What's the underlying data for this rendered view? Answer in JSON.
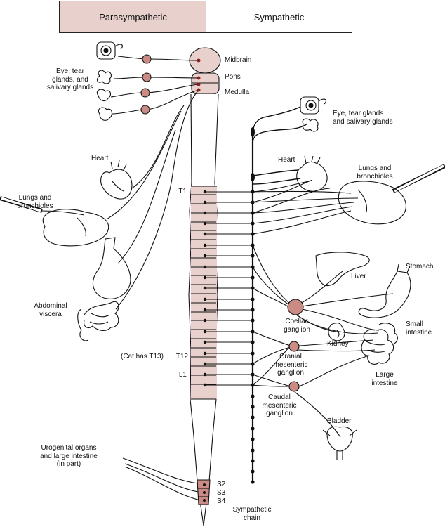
{
  "header": {
    "parasympathetic": "Parasympathetic",
    "sympathetic": "Sympathetic"
  },
  "colors": {
    "parasympathetic_fill": "#e8d0cc",
    "ganglion_fill": "#c98b84",
    "ganglion_dot": "#8b1a1a",
    "line": "#111111"
  },
  "cns_labels": {
    "midbrain": "Midbrain",
    "pons": "Pons",
    "medulla": "Medulla",
    "t1": "T1",
    "t12": "T12",
    "l1": "L1",
    "cat_note": "(Cat has T13)",
    "s2": "S2",
    "s3": "S3",
    "s4": "S4"
  },
  "parasympathetic_targets": {
    "eye": "Eye, tear\nglands, and\nsalivary glands",
    "heart": "Heart",
    "lungs": "Lungs and\nbronchioles",
    "abdominal": "Abdominal\nviscera",
    "urogenital": "Urogenital organs\nand large intestine\n(in part)"
  },
  "sympathetic_targets": {
    "eye": "Eye, tear glands\nand salivary glands",
    "heart": "Heart",
    "lungs": "Lungs and\nbronchioles",
    "liver": "Liver",
    "stomach": "Stomach",
    "coeliac": "Coeliac\nganglion",
    "kidney": "Kidney",
    "small_intestine": "Small\nintestine",
    "cranial_mesenteric": "Cranial\nmesenteric\nganglion",
    "large_intestine": "Large\nintestine",
    "caudal_mesenteric": "Caudal\nmesenteric\nganglion",
    "bladder": "Bladder",
    "chain": "Sympathetic\nchain"
  }
}
